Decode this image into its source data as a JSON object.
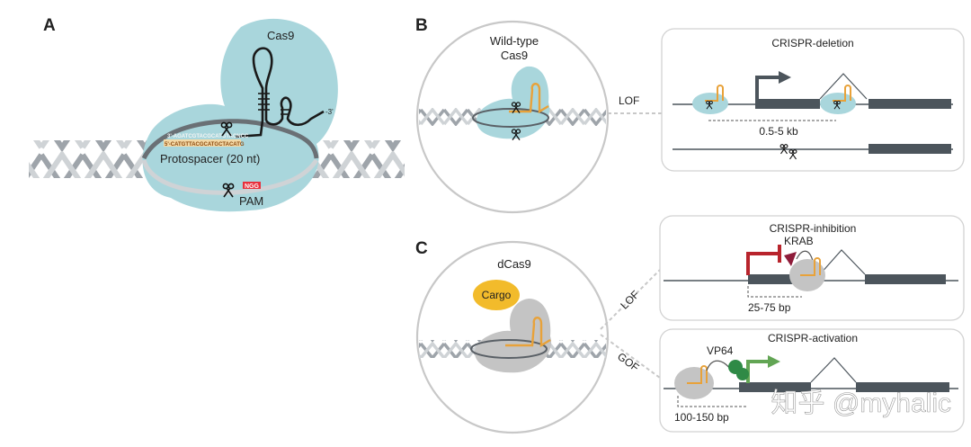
{
  "panels": {
    "a": {
      "letter": "A",
      "protein_label": "Cas9",
      "protospacer_label": "Protospacer (20 nt)",
      "pam_label": "PAM",
      "pam_seq": "NGG",
      "seq_top": "3'-AGATCGTACGCATGTACNCC",
      "seq_guide": "5'-CATGTTACGCATGCTACATG",
      "three_prime": "-3'"
    },
    "b": {
      "letter": "B",
      "circle_label_1": "Wild-type",
      "circle_label_2": "Cas9",
      "link_label": "LOF",
      "box_title": "CRISPR-deletion",
      "distance_label": "0.5-5 kb"
    },
    "c": {
      "letter": "C",
      "circle_label": "dCas9",
      "cargo_label": "Cargo",
      "link_lof": "LOF",
      "link_gof": "GOF",
      "inhibition_title": "CRISPR-inhibition",
      "inhibition_factor": "KRAB",
      "inhibition_distance": "25-75 bp",
      "activation_title": "CRISPR-activation",
      "activation_factor": "VP64",
      "activation_distance": "100-150 bp"
    }
  },
  "watermark": "知乎 @myhalic",
  "colors": {
    "cas9_fill": "#a9d6dc",
    "dcas9_fill": "#c4c4c4",
    "cargo_fill": "#f2bb2b",
    "guide_rna": "#e8a23a",
    "gene_bar": "#4c555c",
    "promoter_arrow": "#4c555c",
    "repressor": "#b8242c",
    "krab": "#8e1c3a",
    "activator": "#62a554",
    "vp64": "#2f8a46",
    "pam_highlight": "#e8303c"
  }
}
